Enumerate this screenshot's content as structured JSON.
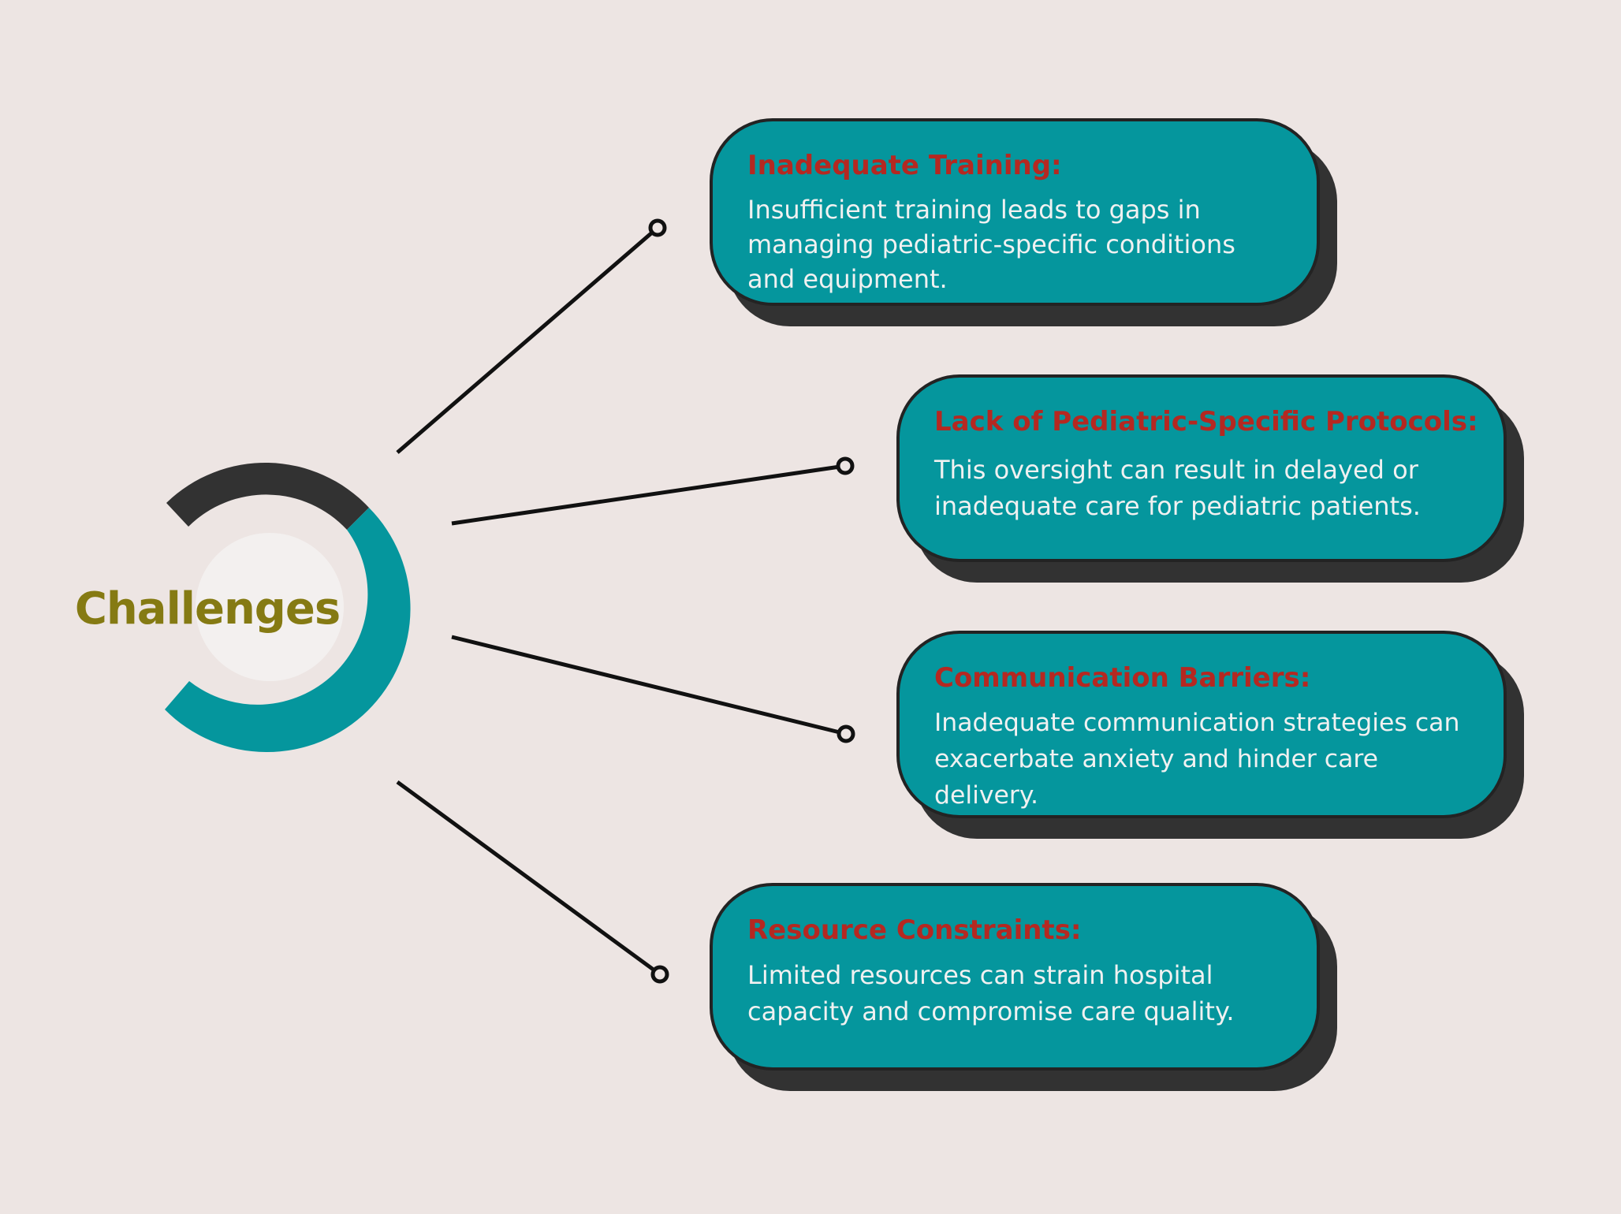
{
  "hub": {
    "title": "Challenges",
    "colors": {
      "dark": "#323232",
      "teal": "#05969d",
      "center": "#f3f0ef",
      "label": "#857a13"
    }
  },
  "cards": [
    {
      "title": "Inadequate Training:",
      "text": "Insufficient training leads to gaps in managing pediatric-specific conditions and equipment."
    },
    {
      "title": "Lack of Pediatric-Specific Protocols:",
      "text": "This oversight can result in delayed or inadequate care for pediatric patients."
    },
    {
      "title": "Communication Barriers:",
      "text": "Inadequate communication strategies can exacerbate anxiety and hinder care delivery."
    },
    {
      "title": "Resource Constraints:",
      "text": "Limited resources can strain hospital capacity and compromise care quality."
    }
  ],
  "colors": {
    "background": "#ede5e3",
    "card_fill": "#05969d",
    "card_shadow": "#323232",
    "card_title": "#b52821",
    "card_text": "#f0f1f1",
    "connector": "#111111"
  }
}
